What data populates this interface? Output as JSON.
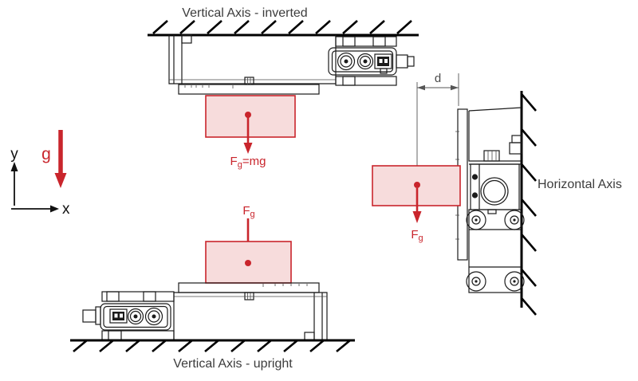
{
  "titles": {
    "vertical_inverted": "Vertical Axis - inverted",
    "vertical_upright": "Vertical Axis - upright",
    "horizontal": "Horizontal Axis"
  },
  "coordinate_system": {
    "y_axis": "y",
    "x_axis": "x",
    "gravity": "g"
  },
  "forces": {
    "inverted": {
      "symbol": "F",
      "subscript": "g",
      "equation": "=mg"
    },
    "upright": {
      "symbol": "F",
      "subscript": "g"
    },
    "horizontal": {
      "symbol": "F",
      "subscript": "g"
    }
  },
  "dimensions": {
    "offset_label": "d"
  },
  "colors": {
    "accent_red": "#c9252c",
    "payload_fill": "#f7dcdc",
    "line_ink": "#1b1b1b",
    "muted_ink": "#4a4a4a",
    "text_ink": "#3c3c3c"
  }
}
